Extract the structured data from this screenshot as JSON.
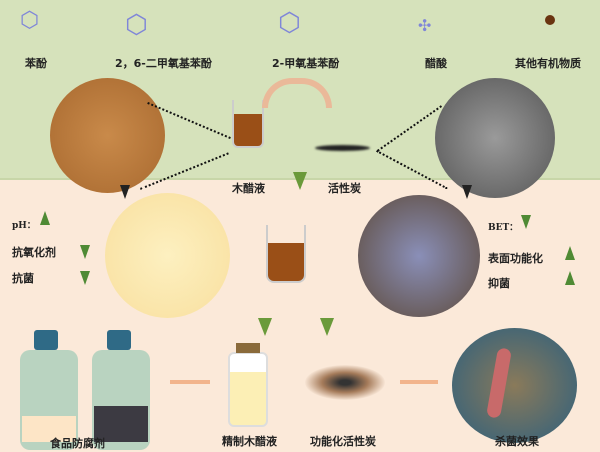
{
  "top_compounds": [
    "苯酚",
    "2，6-二甲氧基苯酚",
    "2-甲氧基苯酚",
    "醋酸",
    "其他有机物质"
  ],
  "top_labels": {
    "wood_vinegar": "木醋液",
    "activated_carbon": "活性炭"
  },
  "left_props": [
    {
      "label": "pH：",
      "direction": "up"
    },
    {
      "label": "抗氧化剂",
      "direction": "down"
    },
    {
      "label": "抗菌",
      "direction": "down"
    }
  ],
  "right_props": [
    {
      "label": "BET：",
      "direction": "down"
    },
    {
      "label": "表面功能化",
      "direction": "up"
    },
    {
      "label": "抑菌",
      "direction": "up"
    }
  ],
  "bottom_labels": {
    "food_preservative": "食品防腐剂",
    "refined_wood_vinegar": "精制木醋液",
    "functionalized_carbon": "功能化活性炭",
    "bactericidal_effect": "杀菌效果"
  },
  "colors": {
    "top_bg": "#d6e2bb",
    "bottom_bg": "#fbe9d9",
    "arrow_green": "#4f8a34",
    "liquid": "#9a4f17"
  }
}
